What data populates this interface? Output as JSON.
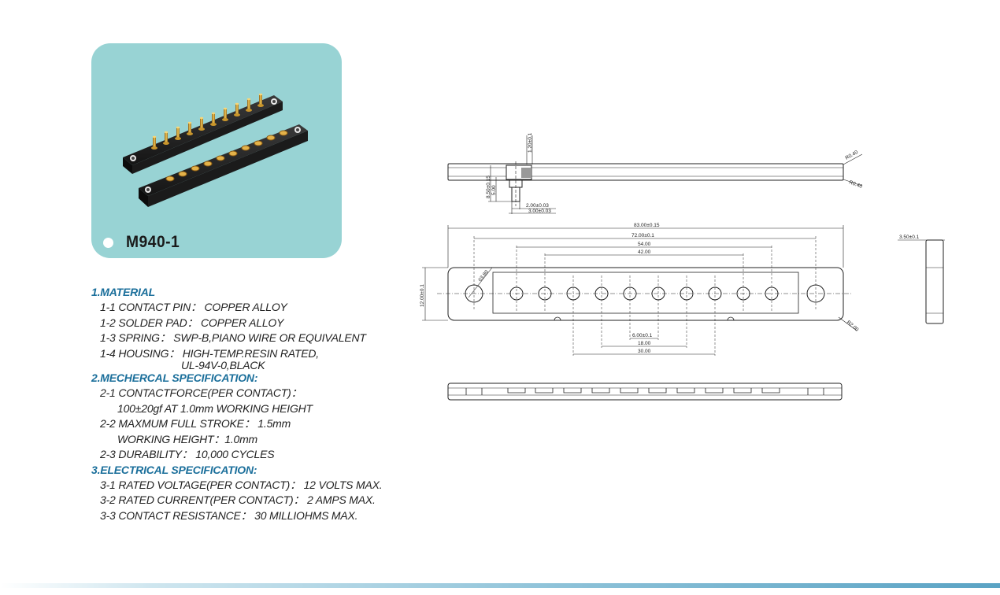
{
  "product": {
    "model": "M940-1"
  },
  "specs": {
    "material_title": "1.MATERIAL",
    "material": [
      "1-1 CONTACT PIN： COPPER ALLOY",
      "1-2 SOLDER PAD： COPPER ALLOY",
      "1-3 SPRING： SWP-B,PIANO WIRE OR EQUIVALENT",
      "1-4 HOUSING： HIGH-TEMP.RESIN RATED,"
    ],
    "material_cont": "UL-94V-0,BLACK",
    "mech_title": "2.MECHERCAL SPECIFICATION:",
    "mech_1": "2-1 CONTACTFORCE(PER CONTACT)：",
    "mech_1_value": "100±20gf AT 1.0mm WORKING HEIGHT",
    "mech_2": "2-2 MAXMUM FULL STROKE： 1.5mm",
    "mech_2_value": "WORKING HEIGHT：1.0mm",
    "mech_3": "2-3 DURABILITY： 10,000 CYCLES",
    "elec_title": "3.ELECTRICAL SPECIFICATION:",
    "elec": [
      "3-1 RATED VOLTAGE(PER CONTACT)： 12 VOLTS MAX.",
      "3-2 RATED CURRENT(PER CONTACT)： 2 AMPS MAX.",
      "3-3 CONTACT RESISTANCE： 30 MILLIOHMS MAX."
    ]
  },
  "dimensions": {
    "pin_height": "1.20±0.1",
    "radius_top": "R0.40",
    "radius_bottom": "R0.40",
    "side_total": "8.50±0.15",
    "side_body": "5.00",
    "tail_dia": "2.00±0.03",
    "head_dia": "3.00±0.03",
    "overall_length": "83.00±0.15",
    "hole_pitch": "72.00±0.1",
    "span_54": "54.00",
    "span_42": "42.00",
    "width": "12.00±0.1",
    "hole_dia": "ö3.80",
    "corner_radius": "R2.00",
    "pitch_6": "6.00±0.1",
    "span_18": "18.00",
    "span_30": "30.00",
    "thickness": "3.50±0.1"
  }
}
